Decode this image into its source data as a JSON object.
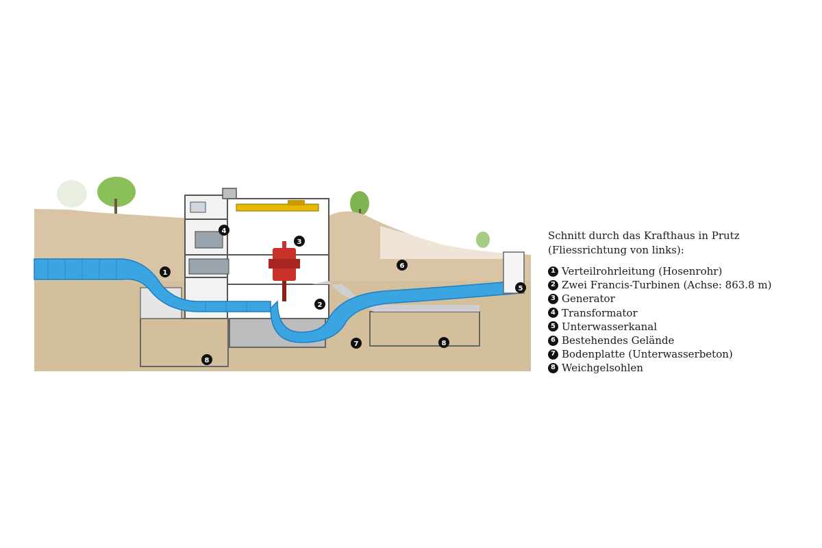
{
  "legend": {
    "title_line1": "Schnitt durch das Krafthaus in Prutz",
    "title_line2": "(Fliessrichtung von links):",
    "items": [
      {
        "number": "1",
        "label": "Verteilrohrleitung (Hosenrohr)"
      },
      {
        "number": "2",
        "label": "Zwei Francis-Turbinen (Achse: 863.8 m)"
      },
      {
        "number": "3",
        "label": "Generator"
      },
      {
        "number": "4",
        "label": "Transformator"
      },
      {
        "number": "5",
        "label": "Unterwasserkanal"
      },
      {
        "number": "6",
        "label": "Bestehendes Gelände"
      },
      {
        "number": "7",
        "label": "Bodenplatte (Unterwasserbeton)"
      },
      {
        "number": "8",
        "label": "Weichgelsohlen"
      }
    ]
  },
  "diagram": {
    "markers": [
      "1",
      "2",
      "3",
      "4",
      "5",
      "6",
      "7",
      "8",
      "8"
    ],
    "colors": {
      "ground": "#d9c5a6",
      "ground_dark": "#cdb48f",
      "water": "#3aa5e0",
      "water_dark": "#1e7fc4",
      "concrete": "#c7c7c7",
      "generator": "#c8322a",
      "crane": "#e6b800",
      "tree": "#8bbf5a"
    }
  }
}
